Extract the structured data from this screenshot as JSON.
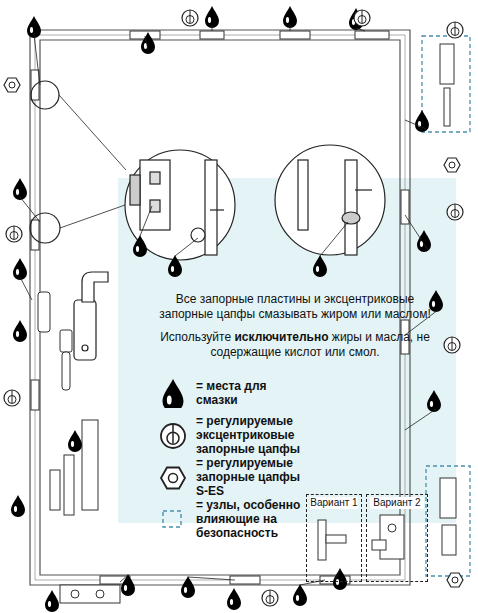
{
  "diagram": {
    "nodes": [
      {
        "text": [
          "Все запорные пластины и эксцентриковые запорные цапфы смазывать жиром или маслом!",
          "Используйте",
          "исключительно",
          "жиры и масла, не содержащие кислот или смол."
        ]
      },
      {
        "text": [
          "Вариант 1"
        ]
      },
      {
        "text": [
          "Вариант 2"
        ]
      }
    ],
    "legend": [
      {
        "text": "= места для смазки"
      },
      {
        "text": "= регулируемые эксцентриковые запорные цапфы"
      },
      {
        "text": "= регулируемые запорные цапфы S-ES"
      },
      {
        "text": "= узлы, особенно влияющие на безопасность"
      }
    ]
  }
}
